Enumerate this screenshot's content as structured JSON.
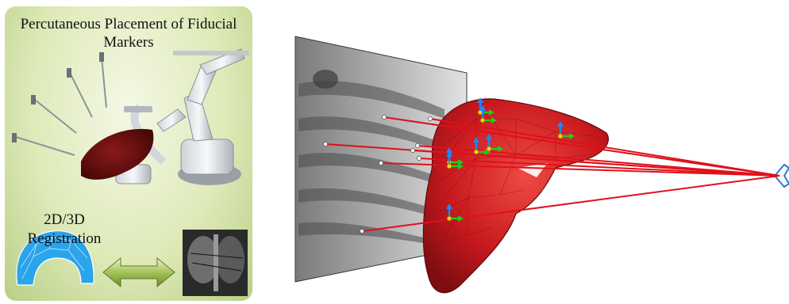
{
  "panel": {
    "title_line1": "Percutaneous Placement of Fiducial",
    "title_line2": "Markers",
    "registration_line1": "2D/3D",
    "registration_line2": "Registration"
  },
  "colors": {
    "panel_green": "#c7da98",
    "liver_red": "#c8191e",
    "ray_red": "#e0101a",
    "axis_blue": "#1e88ff",
    "axis_green": "#22cc22",
    "source_blue": "#2b7bd8"
  },
  "icons": [
    "robot-arm-icon",
    "needle-icon",
    "liver-icon",
    "mesh-icon",
    "double-arrow-icon",
    "xray-icon",
    "xray-source-icon"
  ]
}
